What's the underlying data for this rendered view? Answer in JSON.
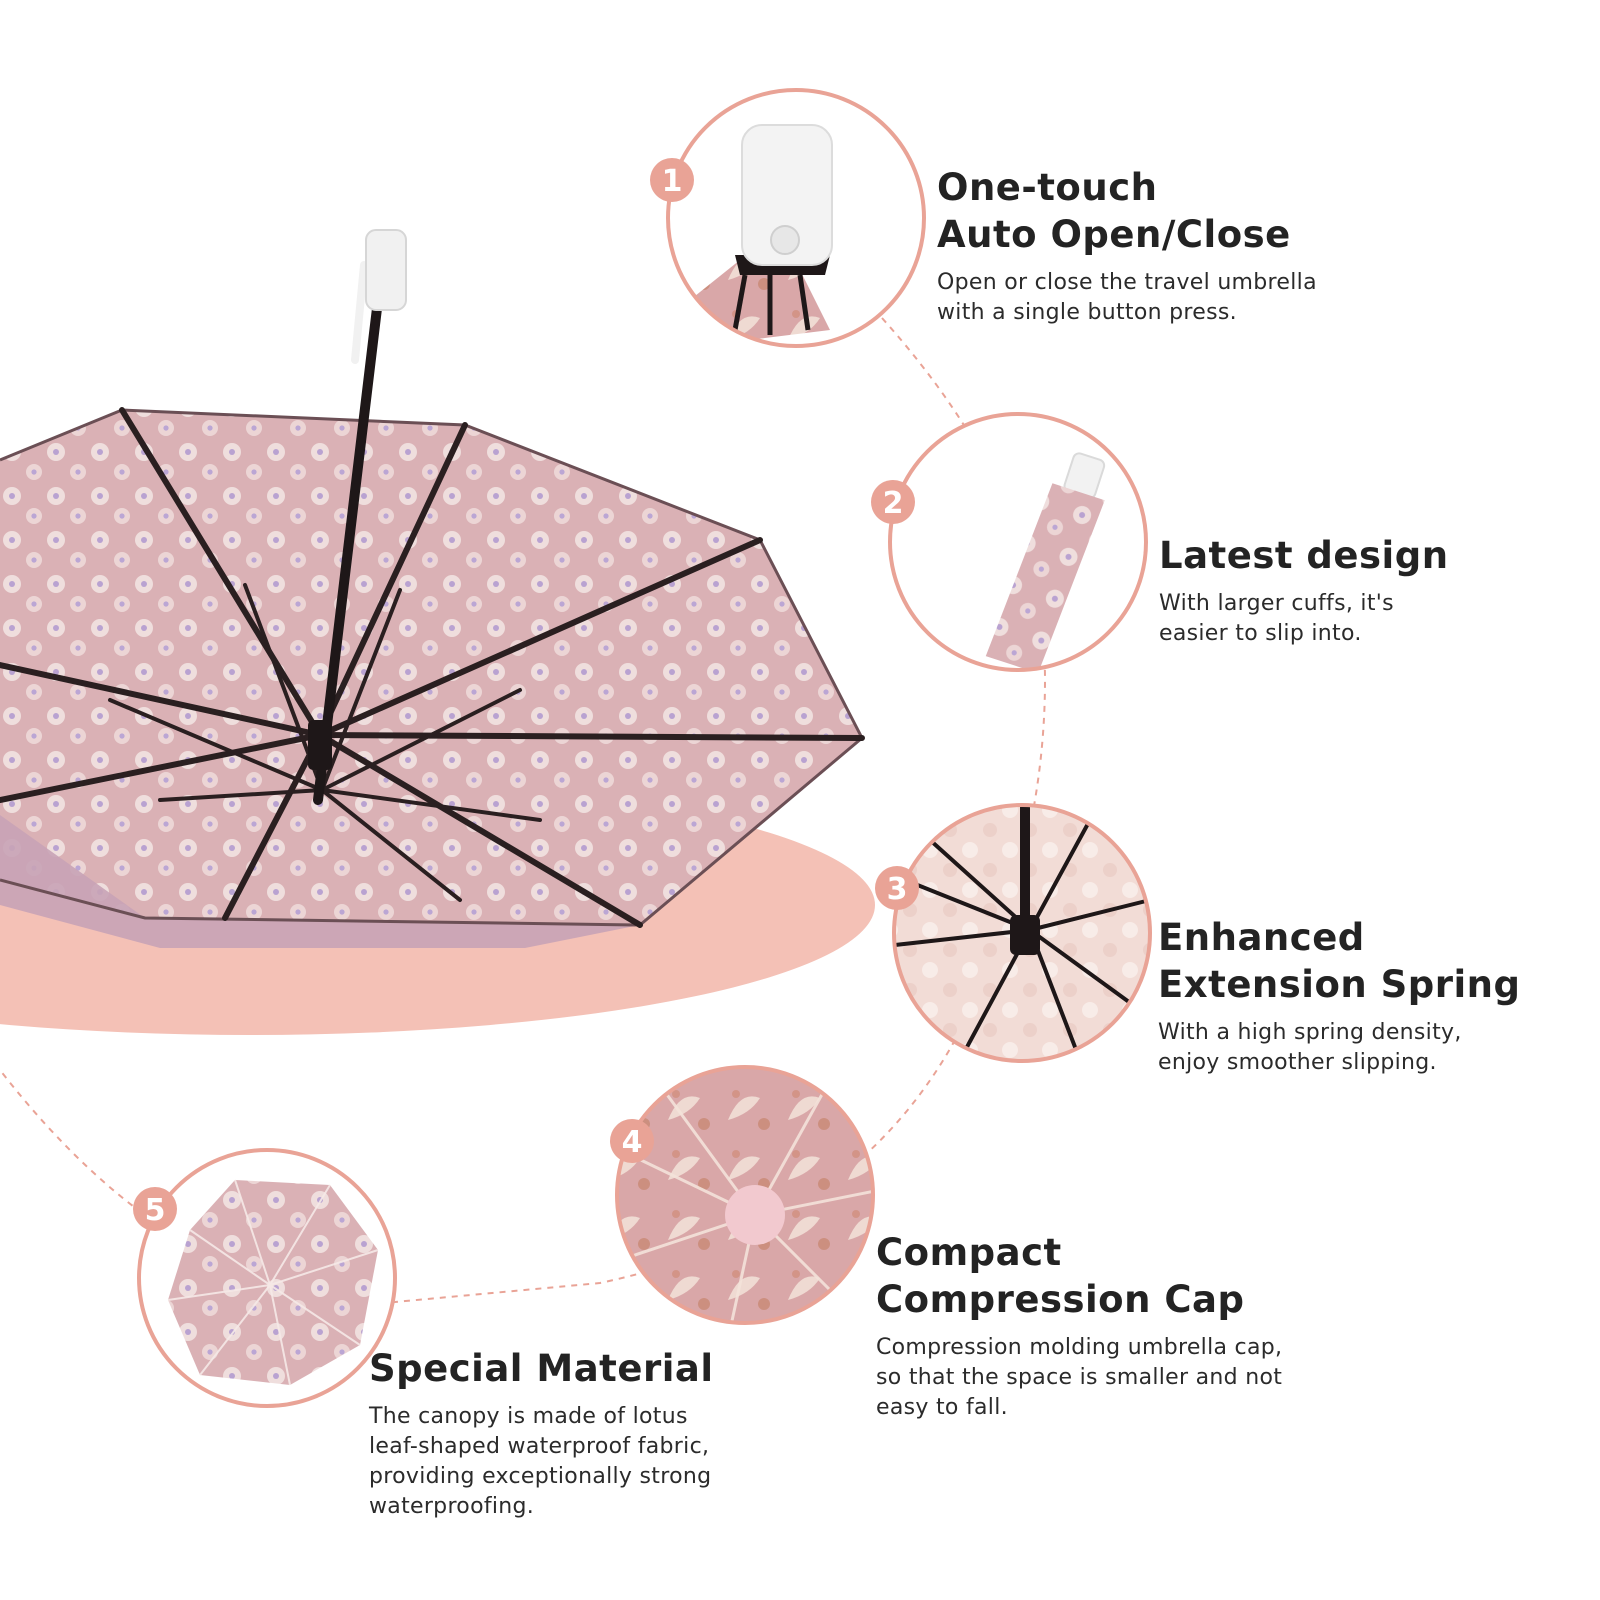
{
  "colors": {
    "accent": "#e9a396",
    "ellipse": "#f4c1b6",
    "canopy": "#dcb3b7",
    "frame": "#2a1f20",
    "handle": "#f1f1f1",
    "text": "#232323"
  },
  "features": [
    {
      "number": "1",
      "icon": "auto-open-button-icon",
      "title": [
        "One-touch",
        "Auto Open/Close"
      ],
      "desc": [
        "Open or close the travel umbrella",
        "with a single button press."
      ]
    },
    {
      "number": "2",
      "icon": "folded-umbrella-icon",
      "title": [
        "Latest design"
      ],
      "desc": [
        "With larger cuffs, it's",
        "easier to slip into."
      ]
    },
    {
      "number": "3",
      "icon": "umbrella-frame-icon",
      "title": [
        "Enhanced",
        "Extension Spring"
      ],
      "desc": [
        "With a high spring density,",
        "enjoy smoother slipping."
      ]
    },
    {
      "number": "4",
      "icon": "compression-cap-icon",
      "title": [
        "Compact",
        "Compression Cap"
      ],
      "desc": [
        "Compression molding umbrella cap,",
        "so that the space is smaller and not",
        "easy to fall."
      ]
    },
    {
      "number": "5",
      "icon": "canopy-fabric-icon",
      "title": [
        "Special Material"
      ],
      "desc": [
        "The canopy is made of lotus",
        "leaf-shaped waterproof fabric,",
        "providing exceptionally strong",
        "waterproofing."
      ]
    }
  ]
}
